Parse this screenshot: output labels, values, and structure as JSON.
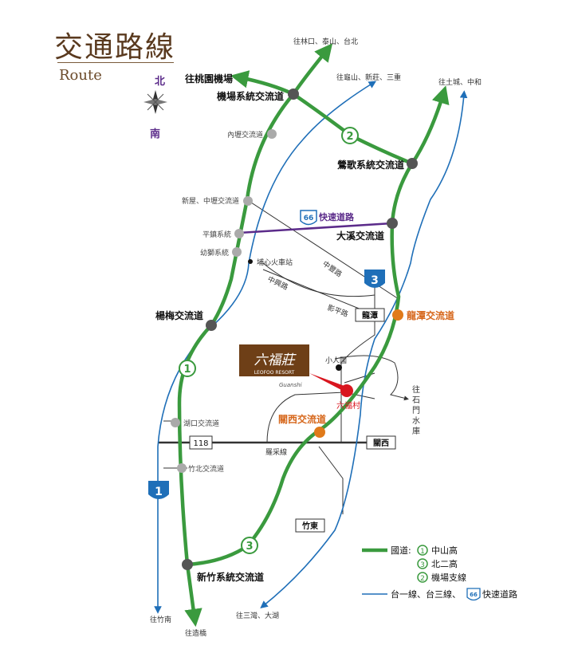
{
  "header": {
    "title": "交通路線",
    "subtitle": "Route"
  },
  "compass": {
    "north": "北",
    "south": "南"
  },
  "arrows": {
    "to_linkou": "往林口、泰山、台北",
    "to_airport": "往桃園機場",
    "to_guishan": "往龜山、新莊、三重",
    "to_tucheng": "往土城、中和",
    "to_hsinchu": "往竹南",
    "to_zaoqiao": "往造橋",
    "to_sanwan": "往三灣、大湖",
    "to_shimen": "往石門水庫"
  },
  "interchanges": {
    "airport_jct": "機場系統交流道",
    "neili": "內壢交流道",
    "yingge_jct": "鶯歌系統交流道",
    "xinwu": "新屋、中壢交流道",
    "pingzhen": "平鎮系統",
    "youshi": "幼獅系統",
    "daxi": "大溪交流道",
    "longtan": "龍潭交流道",
    "yangmei": "楊梅交流道",
    "guanxi": "關西交流道",
    "hukou": "湖口交流道",
    "zhubei": "竹北交流道",
    "hsinchu_jct": "新竹系統交流道"
  },
  "places": {
    "puxin": "埔心火車站",
    "xiaorenguo": "小人國",
    "liufu": "六福村"
  },
  "roads": {
    "expressway66": "快速道路",
    "zhongfeng": "中豐路",
    "zhongxing": "中興路",
    "yanping": "影平路",
    "lumin": "羅采線",
    "route118": "118"
  },
  "towns": {
    "longtan": "龍潭",
    "guanxi": "關西",
    "zhudong": "竹東"
  },
  "shields": {
    "f1": "1",
    "f2": "2",
    "f3": "3",
    "e66": "66"
  },
  "logo": {
    "main": "六福莊",
    "en": "LEOFOO RESORT",
    "sig": "Guanshi"
  },
  "legend": {
    "national_label": "國道:",
    "n1": "中山高",
    "n3": "北二高",
    "n2": "機場支線",
    "provincial": "台一線、台三線、",
    "expressway": "快速道路"
  },
  "colors": {
    "green": "#3a9a3e",
    "blue": "#1f6fb8",
    "purple": "#5b2b8a",
    "orange": "#e07a1a",
    "red": "#d9161f",
    "logo_bg": "#6e3f17",
    "text_orange": "#d6661a",
    "text_red": "#d9161f"
  }
}
